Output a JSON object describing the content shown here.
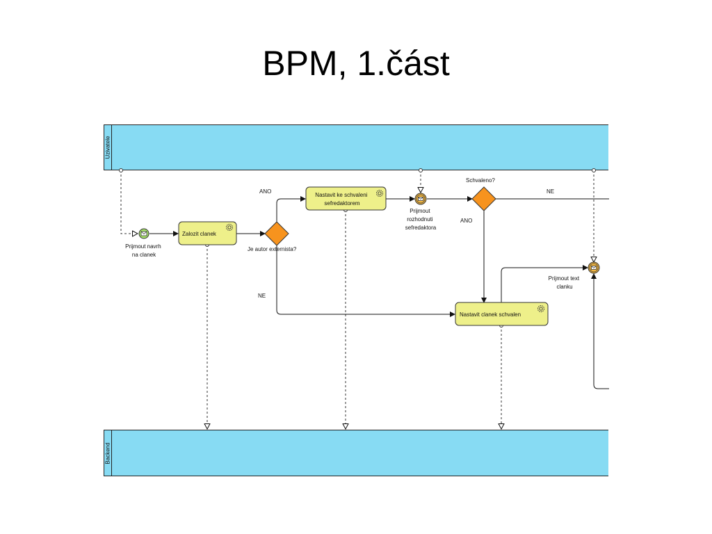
{
  "slide": {
    "title": "BPM, 1.část"
  },
  "pools": {
    "top": "Uzivatele",
    "bottom": "Backend"
  },
  "events": {
    "start": [
      "Prijmout navrh",
      "na clanek"
    ],
    "receive_decision": [
      "Prijmout",
      "rozhodnuti",
      "sefredaktora"
    ],
    "receive_text": [
      "Prijmout text",
      "clanku"
    ]
  },
  "tasks": {
    "create": [
      "Zalozit clanek"
    ],
    "set_for_approval": [
      "Nastavit ke schvaleni",
      "sefredaktorem"
    ],
    "set_approved": [
      "Nastavit clanek schvalen"
    ]
  },
  "gateways": {
    "external_author": "Je autor externista?",
    "approved": "Schvaleno?"
  },
  "flow_labels": {
    "external_yes": "ANO",
    "external_no": "NE",
    "approved_yes": "ANO",
    "approved_no": "NE"
  },
  "colors": {
    "pool": "#87dbf3",
    "task": "#eef08a",
    "gateway": "#f7931e",
    "start_event": "#a8e26a",
    "intermediate_event": "#f5b942"
  }
}
